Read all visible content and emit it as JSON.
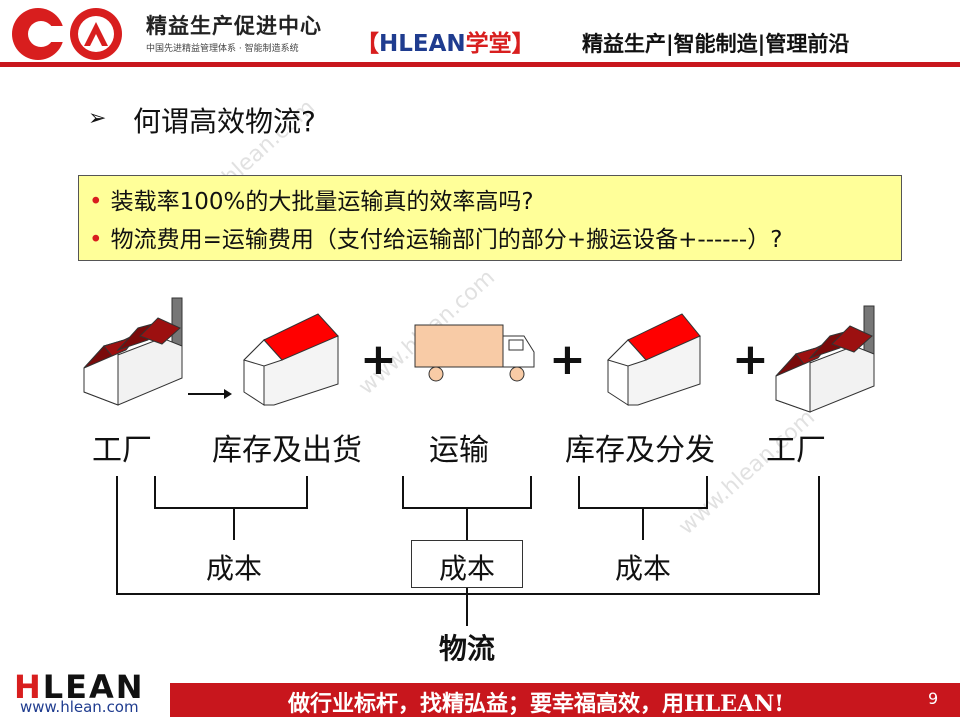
{
  "header": {
    "org_name": "精益生产促进中心",
    "org_tagline": "中国先进精益管理体系 · 智能制造系统",
    "academy_bracket_open": "【",
    "academy_brand": "HLEAN",
    "academy_suffix": "学堂",
    "academy_bracket_close": "】",
    "motto": "精益生产|智能制造|管理前沿"
  },
  "slide": {
    "question_marker": "➢",
    "question": "何谓高效物流?",
    "notes": [
      "装载率100%的大批量运输真的效率高吗?",
      "物流费用=运输费用（支付给运输部门的部分+搬运设备+------）?"
    ]
  },
  "diagram": {
    "stages": [
      "工厂",
      "库存及出货",
      "运输",
      "库存及分发",
      "工厂"
    ],
    "operators": [
      "+",
      "+",
      "+"
    ],
    "cost_labels": [
      "成本",
      "成本",
      "成本"
    ],
    "total_label": "物流"
  },
  "colors": {
    "brand_red": "#c8161d",
    "factory_roof": "#8b0000",
    "warehouse_roof": "#ff0000",
    "truck_body": "#f8cba6",
    "note_bg": "#ffff99"
  },
  "watermark": "www.hlean.com",
  "footer": {
    "logo_h": "H",
    "logo_rest": "LEAN",
    "url": "www.hlean.com",
    "slogan": "做行业标杆，找精弘益；要幸福高效，用HLEAN!",
    "page_number": "9"
  }
}
